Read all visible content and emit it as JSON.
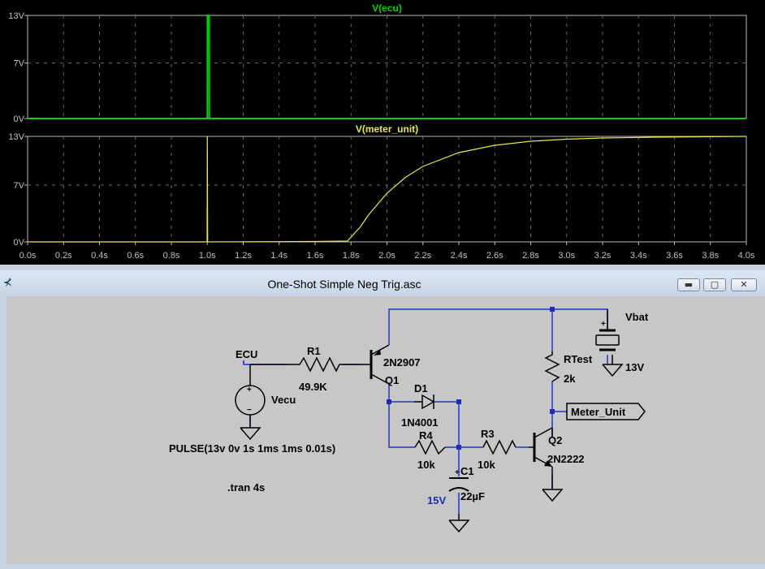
{
  "waveform": {
    "x_ticks": [
      "0.0s",
      "0.2s",
      "0.4s",
      "0.6s",
      "0.8s",
      "1.0s",
      "1.2s",
      "1.4s",
      "1.6s",
      "1.8s",
      "2.0s",
      "2.2s",
      "2.4s",
      "2.6s",
      "2.8s",
      "3.0s",
      "3.2s",
      "3.4s",
      "3.6s",
      "3.8s",
      "4.0s"
    ],
    "colors": {
      "ecu": "#00d000",
      "meter": "#e8e84a",
      "background": "#000000",
      "grid": "#6a6a6a"
    }
  },
  "chart_data": [
    {
      "type": "line",
      "title": "V(ecu)",
      "xlim": [
        0,
        4
      ],
      "ylim": [
        0,
        13
      ],
      "y_ticks": [
        "0V",
        "7V",
        "13V"
      ],
      "series": [
        {
          "name": "V(ecu)",
          "x": [
            0,
            0.999,
            1.0,
            1.001,
            1.009,
            1.01,
            1.011,
            4.0
          ],
          "y": [
            0,
            0,
            0,
            13,
            13,
            13,
            0,
            0
          ]
        }
      ]
    },
    {
      "type": "line",
      "title": "V(meter_unit)",
      "xlim": [
        0,
        4
      ],
      "ylim": [
        0,
        13
      ],
      "y_ticks": [
        "0V",
        "7V",
        "13V"
      ],
      "series": [
        {
          "name": "V(meter_unit)",
          "x": [
            0,
            0.999,
            1.0,
            1.002,
            1.2,
            1.4,
            1.6,
            1.78,
            1.85,
            1.9,
            2.0,
            2.1,
            2.2,
            2.4,
            2.6,
            2.8,
            3.0,
            3.2,
            3.5,
            4.0
          ],
          "y": [
            0,
            0,
            13,
            0,
            0.02,
            0.03,
            0.05,
            0.1,
            1.8,
            3.4,
            6.0,
            7.9,
            9.3,
            11.0,
            11.9,
            12.4,
            12.65,
            12.8,
            12.9,
            13.0
          ]
        }
      ]
    }
  ],
  "window": {
    "title": "One-Shot Simple Neg Trig.asc",
    "icon": "ltspice-icon",
    "buttons": {
      "minimize": "▬",
      "maximize": "▢",
      "close": "✕"
    }
  },
  "schematic": {
    "labels": {
      "ecu": "ECU",
      "vecu": "Vecu",
      "pulse": "PULSE(13v 0v 1s 1ms 1ms 0.01s)",
      "tran": ".tran 4s",
      "r1": "R1",
      "r1_val": "49.9K",
      "q1_model": "2N2907",
      "q1": "Q1",
      "d1": "D1",
      "d1_model": "1N4001",
      "r4": "R4",
      "r4_val": "10k",
      "r3": "R3",
      "r3_val": "10k",
      "c1": "C1",
      "c1_val": "22µF",
      "c1_ic": "15V",
      "q2": "Q2",
      "q2_model": "2N2222",
      "rtest": "RTest",
      "rtest_val": "2k",
      "vbat": "Vbat",
      "vbat_val": "13V",
      "meter_unit": "Meter_Unit"
    }
  }
}
